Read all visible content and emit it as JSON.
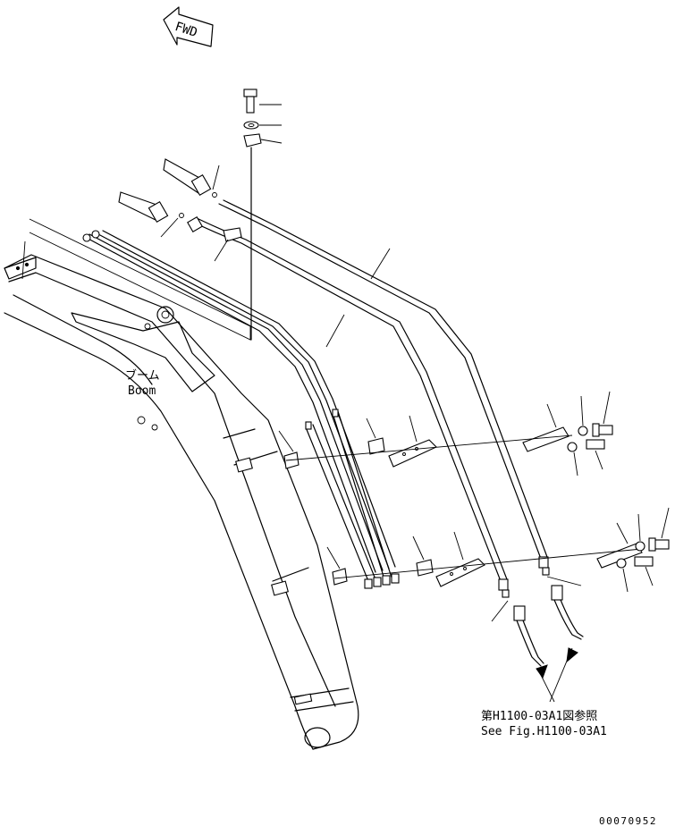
{
  "labels": {
    "fwd": "FWD",
    "boom_jp": "ブーム",
    "boom_en": "Boom",
    "ref_jp": "第H1100-03A1図参照",
    "ref_en": "See Fig.H1100-03A1",
    "drawing_no": "00070952"
  }
}
